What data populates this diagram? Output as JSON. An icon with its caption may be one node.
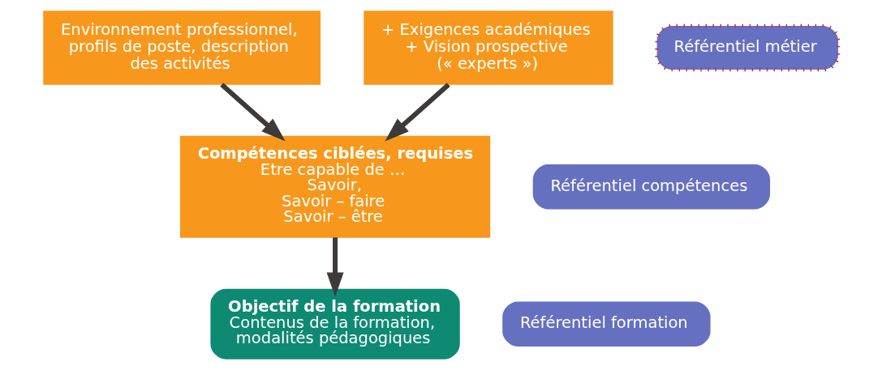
{
  "diagram": {
    "nodes": [
      {
        "text": [
          "Environnement professionnel, profils de poste, description des activités"
        ]
      },
      {
        "text": [
          "Référentiel métier"
        ]
      },
      {
        "text": [
          "+ Exigences académiques",
          "+ Vision prospective",
          "(« experts »)"
        ]
      },
      {
        "text": [
          "Compétences ciblées, requises",
          "Etre capable de …",
          "Savoir,",
          "Savoir – faire",
          "Savoir – être"
        ]
      },
      {
        "text": [
          "Référentiel compétences"
        ]
      },
      {
        "text": [
          "Objectif de la formation",
          "Contenus de la formation, modalités pédagogiques"
        ]
      },
      {
        "text": [
          "Référentiel formation"
        ]
      }
    ],
    "edges": [
      {
        "from": 0,
        "to": 3,
        "arrow": "to"
      },
      {
        "from": 2,
        "to": 3,
        "arrow": "to"
      },
      {
        "from": 3,
        "to": 5,
        "arrow": "to"
      }
    ]
  }
}
